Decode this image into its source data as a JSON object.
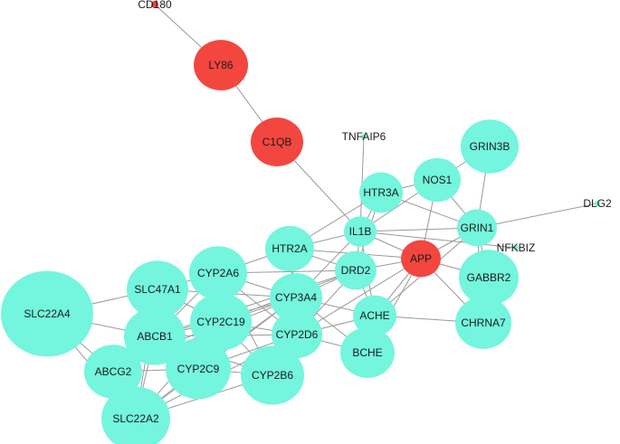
{
  "network": {
    "colors": {
      "target_node": "#74f5dd",
      "hub_node": "#f3463f",
      "edge": "#9a9a9a",
      "label": "#1a1a1a"
    },
    "nodes": [
      {
        "id": "CD180",
        "label": "CD180",
        "group": "hub"
      },
      {
        "id": "LY86",
        "label": "LY86",
        "group": "hub"
      },
      {
        "id": "C1QB",
        "label": "C1QB",
        "group": "hub"
      },
      {
        "id": "TNFAIP6",
        "label": "TNFAIP6",
        "group": "target"
      },
      {
        "id": "GRIN3B",
        "label": "GRIN3B",
        "group": "target"
      },
      {
        "id": "NOS1",
        "label": "NOS1",
        "group": "target"
      },
      {
        "id": "DLG2",
        "label": "DLG2",
        "group": "target"
      },
      {
        "id": "HTR3A",
        "label": "HTR3A",
        "group": "target"
      },
      {
        "id": "GRIN1",
        "label": "GRIN1",
        "group": "target"
      },
      {
        "id": "IL1B",
        "label": "IL1B",
        "group": "target"
      },
      {
        "id": "NFKBIZ",
        "label": "NFKBIZ",
        "group": "target"
      },
      {
        "id": "HTR2A",
        "label": "HTR2A",
        "group": "target"
      },
      {
        "id": "APP",
        "label": "APP",
        "group": "hub"
      },
      {
        "id": "DRD2",
        "label": "DRD2",
        "group": "target"
      },
      {
        "id": "GABBR2",
        "label": "GABBR2",
        "group": "target"
      },
      {
        "id": "CYP2A6",
        "label": "CYP2A6",
        "group": "target"
      },
      {
        "id": "SLC47A1",
        "label": "SLC47A1",
        "group": "target"
      },
      {
        "id": "CYP3A4",
        "label": "CYP3A4",
        "group": "target"
      },
      {
        "id": "SLC22A4",
        "label": "SLC22A4",
        "group": "target"
      },
      {
        "id": "ACHE",
        "label": "ACHE",
        "group": "target"
      },
      {
        "id": "CYP2C19",
        "label": "CYP2C19",
        "group": "target"
      },
      {
        "id": "CHRNA7",
        "label": "CHRNA7",
        "group": "target"
      },
      {
        "id": "ABCB1",
        "label": "ABCB1",
        "group": "target"
      },
      {
        "id": "CYP2D6",
        "label": "CYP2D6",
        "group": "target"
      },
      {
        "id": "BCHE",
        "label": "BCHE",
        "group": "target"
      },
      {
        "id": "ABCG2",
        "label": "ABCG2",
        "group": "target"
      },
      {
        "id": "CYP2C9",
        "label": "CYP2C9",
        "group": "target"
      },
      {
        "id": "CYP2B6",
        "label": "CYP2B6",
        "group": "target"
      },
      {
        "id": "SLC22A2",
        "label": "SLC22A2",
        "group": "target"
      }
    ],
    "edges": [
      [
        "CD180",
        "LY86"
      ],
      [
        "LY86",
        "C1QB"
      ],
      [
        "C1QB",
        "IL1B"
      ],
      [
        "TNFAIP6",
        "IL1B"
      ],
      [
        "NOS1",
        "GRIN3B"
      ],
      [
        "NOS1",
        "HTR3A"
      ],
      [
        "NOS1",
        "IL1B"
      ],
      [
        "NOS1",
        "APP"
      ],
      [
        "NOS1",
        "GRIN1"
      ],
      [
        "GRIN3B",
        "GRIN1"
      ],
      [
        "DLG2",
        "GRIN1"
      ],
      [
        "GRIN1",
        "APP"
      ],
      [
        "GRIN1",
        "GABBR2"
      ],
      [
        "GRIN1",
        "CHRNA7"
      ],
      [
        "GRIN1",
        "HTR3A"
      ],
      [
        "GRIN1",
        "IL1B"
      ],
      [
        "IL1B",
        "NFKBIZ"
      ],
      [
        "IL1B",
        "APP"
      ],
      [
        "IL1B",
        "HTR3A"
      ],
      [
        "IL1B",
        "DRD2"
      ],
      [
        "IL1B",
        "ACHE"
      ],
      [
        "IL1B",
        "HTR2A"
      ],
      [
        "IL1B",
        "CYP3A4"
      ],
      [
        "HTR3A",
        "HTR2A"
      ],
      [
        "HTR3A",
        "DRD2"
      ],
      [
        "HTR2A",
        "DRD2"
      ],
      [
        "HTR2A",
        "APP"
      ],
      [
        "HTR2A",
        "CYP2A6"
      ],
      [
        "HTR2A",
        "CYP3A4"
      ],
      [
        "HTR2A",
        "CYP2D6"
      ],
      [
        "APP",
        "DRD2"
      ],
      [
        "APP",
        "ACHE"
      ],
      [
        "APP",
        "BCHE"
      ],
      [
        "APP",
        "CHRNA7"
      ],
      [
        "APP",
        "CYP2D6"
      ],
      [
        "DRD2",
        "ACHE"
      ],
      [
        "DRD2",
        "CYP3A4"
      ],
      [
        "DRD2",
        "CYP2D6"
      ],
      [
        "DRD2",
        "CYP2A6"
      ],
      [
        "DRD2",
        "CYP2C19"
      ],
      [
        "DRD2",
        "ABCB1"
      ],
      [
        "ACHE",
        "BCHE"
      ],
      [
        "ACHE",
        "CHRNA7"
      ],
      [
        "ACHE",
        "CYP3A4"
      ],
      [
        "ACHE",
        "CYP2D6"
      ],
      [
        "ACHE",
        "GRIN1"
      ],
      [
        "GABBR2",
        "CHRNA7"
      ],
      [
        "GABBR2",
        "APP"
      ],
      [
        "BCHE",
        "CYP3A4"
      ],
      [
        "BCHE",
        "CYP2D6"
      ],
      [
        "CYP2A6",
        "SLC47A1"
      ],
      [
        "CYP2A6",
        "CYP3A4"
      ],
      [
        "CYP2A6",
        "CYP2C19"
      ],
      [
        "CYP2A6",
        "CYP2C9"
      ],
      [
        "CYP2A6",
        "CYP2B6"
      ],
      [
        "CYP2A6",
        "CYP2D6"
      ],
      [
        "CYP2A6",
        "ABCB1"
      ],
      [
        "SLC47A1",
        "SLC22A4"
      ],
      [
        "SLC47A1",
        "ABCB1"
      ],
      [
        "SLC47A1",
        "CYP2C19"
      ],
      [
        "SLC47A1",
        "SLC22A2"
      ],
      [
        "SLC47A1",
        "CYP3A4"
      ],
      [
        "SLC22A4",
        "ABCB1"
      ],
      [
        "SLC22A4",
        "ABCG2"
      ],
      [
        "SLC22A4",
        "SLC22A2"
      ],
      [
        "CYP3A4",
        "CYP2C19"
      ],
      [
        "CYP3A4",
        "CYP2D6"
      ],
      [
        "CYP3A4",
        "CYP2C9"
      ],
      [
        "CYP3A4",
        "CYP2B6"
      ],
      [
        "CYP3A4",
        "ABCB1"
      ],
      [
        "CYP3A4",
        "ABCG2"
      ],
      [
        "CYP3A4",
        "SLC22A2"
      ],
      [
        "CYP2C19",
        "CYP2D6"
      ],
      [
        "CYP2C19",
        "CYP2C9"
      ],
      [
        "CYP2C19",
        "CYP2B6"
      ],
      [
        "CYP2C19",
        "ABCB1"
      ],
      [
        "CYP2C19",
        "ABCG2"
      ],
      [
        "CYP2C19",
        "SLC22A2"
      ],
      [
        "CYP2D6",
        "CYP2C9"
      ],
      [
        "CYP2D6",
        "CYP2B6"
      ],
      [
        "CYP2D6",
        "ABCB1"
      ],
      [
        "CYP2D6",
        "SLC22A2"
      ],
      [
        "ABCB1",
        "ABCG2"
      ],
      [
        "ABCB1",
        "CYP2C9"
      ],
      [
        "ABCB1",
        "SLC22A2"
      ],
      [
        "ABCB1",
        "CYP2B6"
      ],
      [
        "ABCG2",
        "SLC22A2"
      ],
      [
        "ABCG2",
        "CYP2C9"
      ],
      [
        "CYP2C9",
        "CYP2B6"
      ],
      [
        "CYP2C9",
        "SLC22A2"
      ],
      [
        "CYP2B6",
        "SLC22A2"
      ]
    ]
  }
}
